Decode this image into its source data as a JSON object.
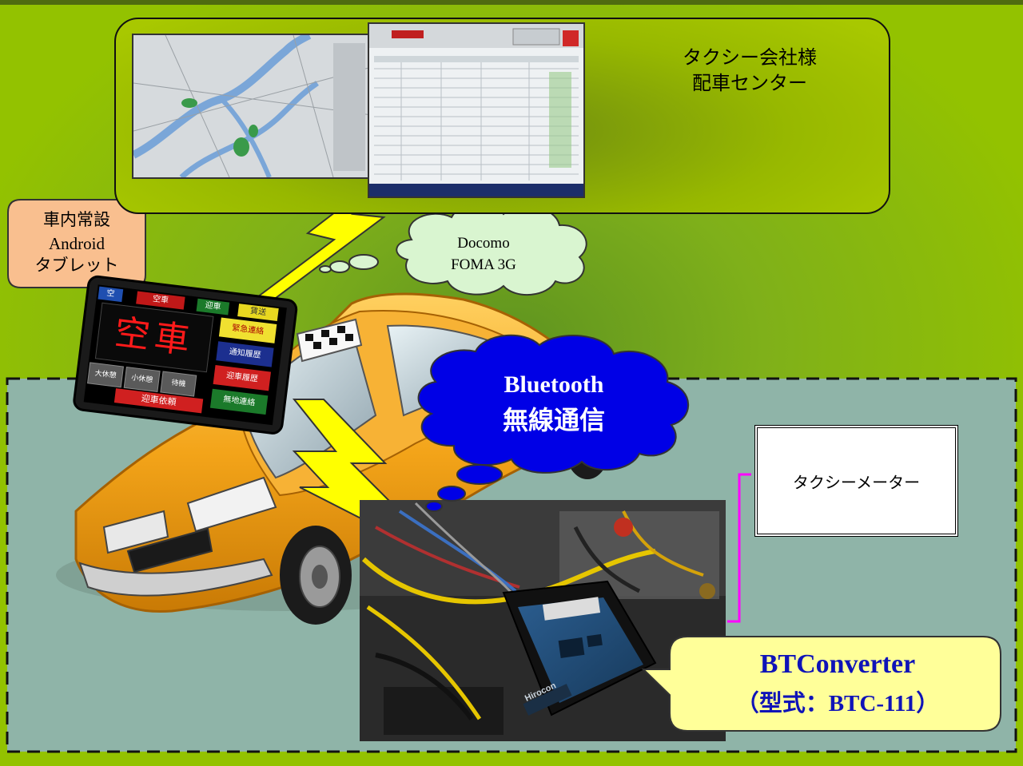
{
  "dispatch_center": {
    "line1": "タクシー会社様",
    "line2": "配車センター"
  },
  "tablet_callout": {
    "line1": "車内常設",
    "line2": "Android",
    "line3": "タブレット"
  },
  "docomo_cloud": {
    "line1": "Docomo",
    "line2": "FOMA 3G"
  },
  "bluetooth_cloud": {
    "line1": "Bluetooth",
    "line2": "無線通信"
  },
  "meter_box": {
    "label": "タクシーメーター"
  },
  "btc_callout": {
    "line1": "BTConverter",
    "line2": "（型式：BTC-111）"
  },
  "tablet_screen": {
    "main_status": "空車",
    "tabs": [
      "空",
      "空車",
      "迎車",
      "賃送"
    ],
    "side_buttons": [
      "緊急連絡",
      "通知履歴",
      "迎車履歴",
      "無地連絡"
    ],
    "bottom_buttons": [
      "大休憩",
      "小休憩",
      "待機"
    ],
    "dispatch_button": "迎車依頼"
  },
  "device_brand": "Hirocon",
  "colors": {
    "background": "#8fbf0a",
    "panel_fill": "#a3c400",
    "in_vehicle_zone": "#8fb4a8",
    "pink_callout": "#ff99cc",
    "orange_callout": "#f9bf8f",
    "docomo_cloud": "#d9f5d0",
    "bluetooth_cloud": "#0000e6",
    "bolt": "#ffff00",
    "btc_callout": "#ffff99",
    "btc_text": "#0f13b8",
    "taxi": "#f3a419",
    "connector": "#ff00ff"
  }
}
